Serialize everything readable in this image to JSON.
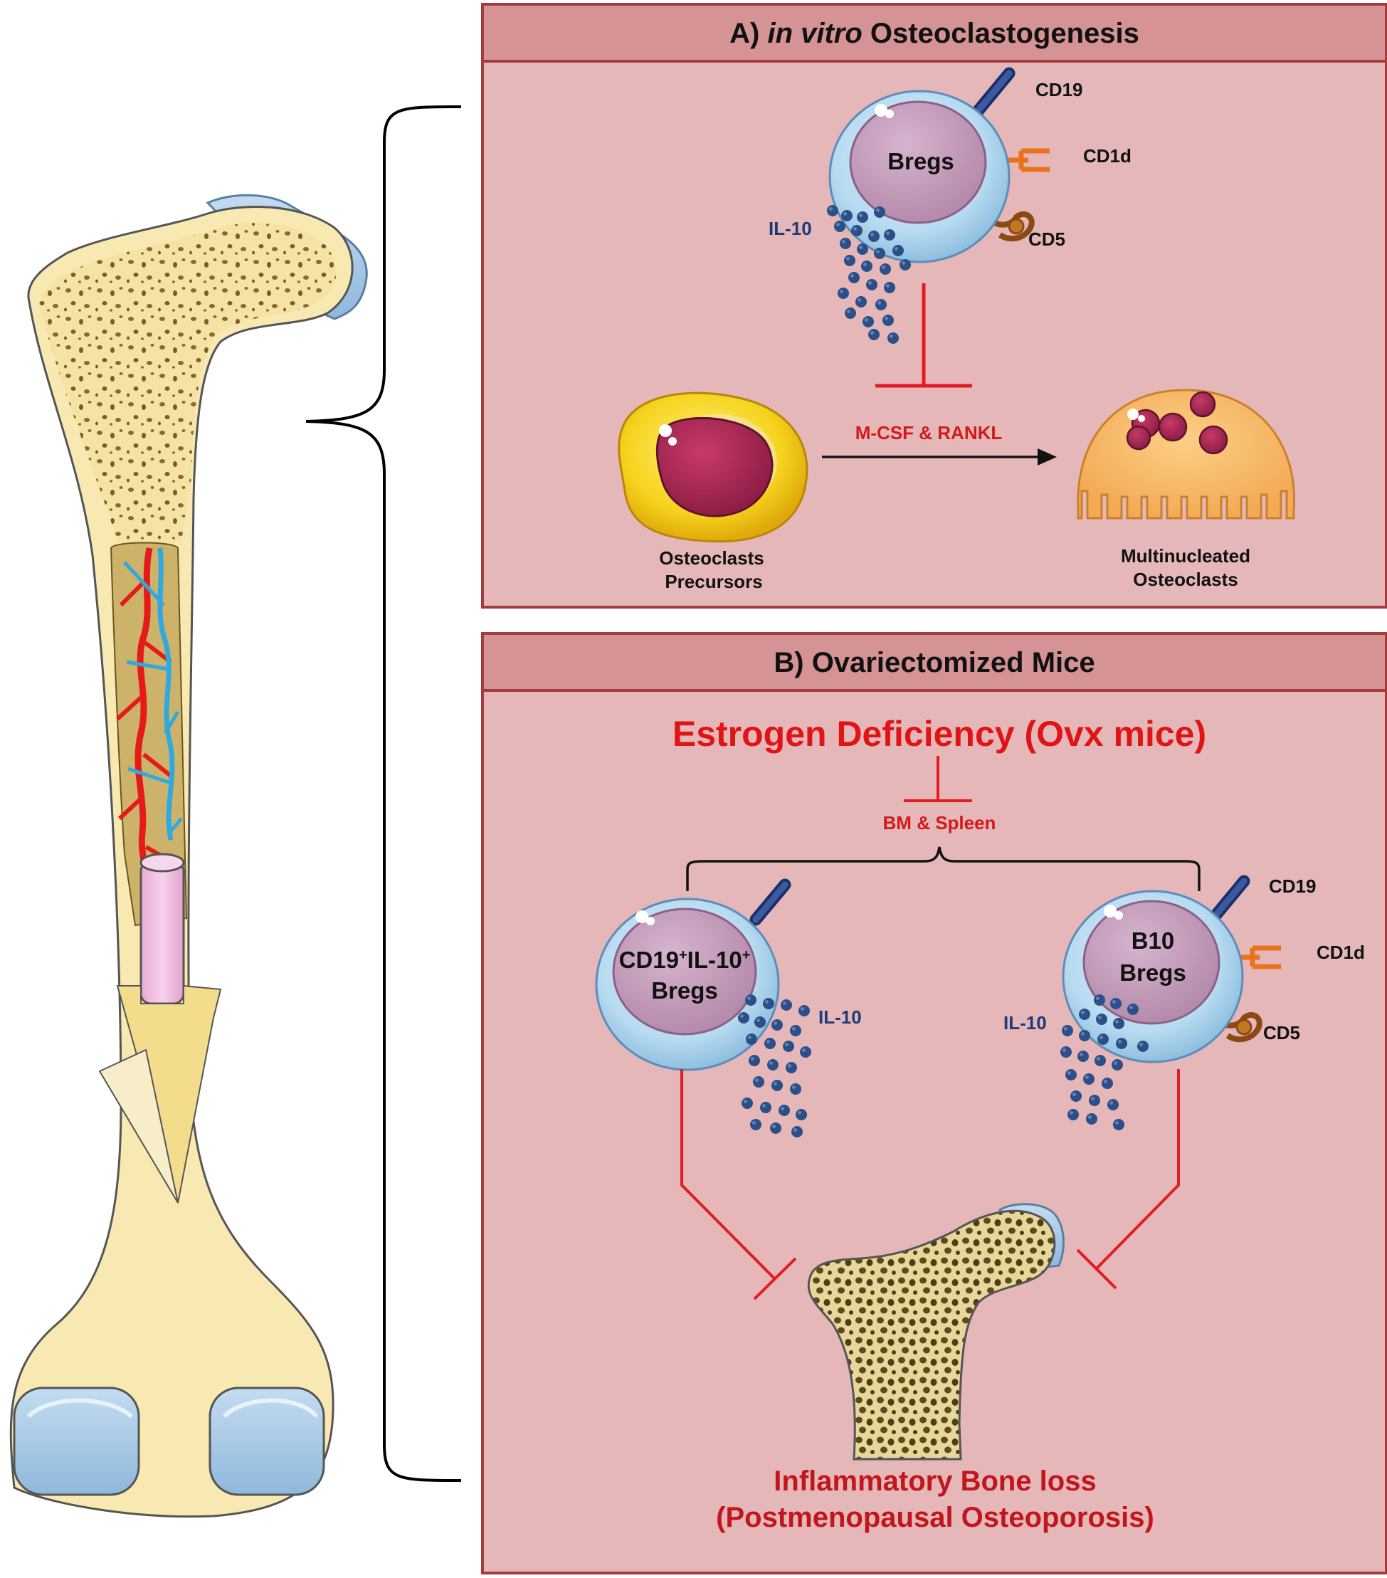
{
  "panel_a": {
    "title_prefix": "A) ",
    "title_italic": "in vitro",
    "title_rest": " Osteoclastogenesis",
    "bregs_label": "Bregs",
    "markers": {
      "cd19": "CD19",
      "cd1d": "CD1d",
      "cd5": "CD5"
    },
    "il10_label": "IL-10",
    "stimulus_label": "M-CSF & RANKL",
    "precursor_label_line1": "Osteoclasts",
    "precursor_label_line2": "Precursors",
    "osteoclast_label_line1": "Multinucleated",
    "osteoclast_label_line2": "Osteoclasts"
  },
  "panel_b": {
    "title": "B) Ovariectomized Mice",
    "estrogen_label": "Estrogen Deficiency (Ovx mice)",
    "location_label": "BM & Spleen",
    "left_cell": {
      "line1_a": "CD19",
      "line1_sup1": "+",
      "line1_b": "IL-10",
      "line1_sup2": "+",
      "line2": "Bregs",
      "il10_label": "IL-10"
    },
    "right_cell": {
      "line1": "B10",
      "line2": "Bregs",
      "il10_label": "IL-10",
      "markers": {
        "cd19": "CD19",
        "cd1d": "CD1d",
        "cd5": "CD5"
      }
    },
    "outcome_line1": "Inflammatory Bone loss",
    "outcome_line2": "(Postmenopausal Osteoporosis)"
  },
  "colors": {
    "panel_fill": "#e5b7b9",
    "panel_header": "#d69395",
    "panel_border": "#a63a3a",
    "inhibition_red": "#e31b23",
    "il10_dots": "#2b4f86",
    "bone_yellow": "#f8e9b2"
  },
  "icons": [
    "femur-bone-illustration",
    "breg-cell-icon",
    "osteoclast-precursor-icon",
    "multinucleated-osteoclast-icon",
    "osteoporotic-femur-head-icon",
    "inhibition-bar-icon",
    "arrow-icon",
    "curly-brace-icon"
  ]
}
